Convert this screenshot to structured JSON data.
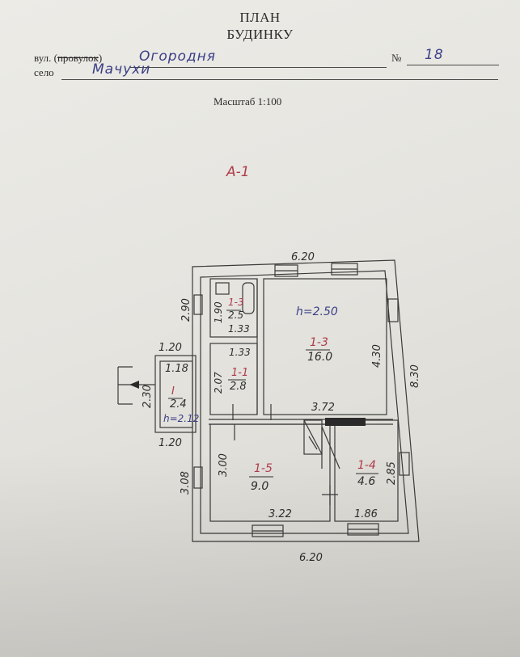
{
  "header": {
    "title_line1": "ПЛАН",
    "title_line2": "БУДИНКУ",
    "street_label_prefix": "вул. (",
    "street_label_struck": "провулок",
    "street_label_suffix": ")",
    "street_value": "Огородня",
    "number_label": "№",
    "number_value": "18",
    "village_label": "село",
    "village_value": "Мачухи",
    "scale": "Масштаб 1:100"
  },
  "plan": {
    "letter": "А-1",
    "dims": {
      "top": "6.20",
      "bottom": "6.20",
      "right": "8.30",
      "left_upper": "2.90",
      "left_lower": "3.08",
      "porch_top": "1.20",
      "porch_bottom": "1.20",
      "porch_height": "2.30",
      "room1_1_width": "1.18",
      "room1_3_right": "4.30",
      "room1_3_bottom": "3.72",
      "room1_5_height": "3.00",
      "room1_5_width": "3.22",
      "room1_4_width": "1.86",
      "room1_4_height": "2.85",
      "bath_height": "1.90",
      "bath_width": "1.33",
      "room1_1_top": "1.33",
      "room1_1_height": "2.07"
    },
    "rooms": [
      {
        "id": "1-3",
        "area": "2.5",
        "extra": "1.33"
      },
      {
        "id": "1-3",
        "area": "16.0",
        "extra": "h=2.50"
      },
      {
        "id": "1-1",
        "area": "2.8",
        "extra": ""
      },
      {
        "id": "I",
        "area": "2.4",
        "extra": "h=2.12"
      },
      {
        "id": "1-5",
        "area": "9.0",
        "extra": ""
      },
      {
        "id": "1-4",
        "area": "4.6",
        "extra": ""
      }
    ]
  },
  "colors": {
    "ink": "#2b2b2b",
    "handwriting_blue": "#3b3f86",
    "handwriting_red": "#b03a4a"
  }
}
